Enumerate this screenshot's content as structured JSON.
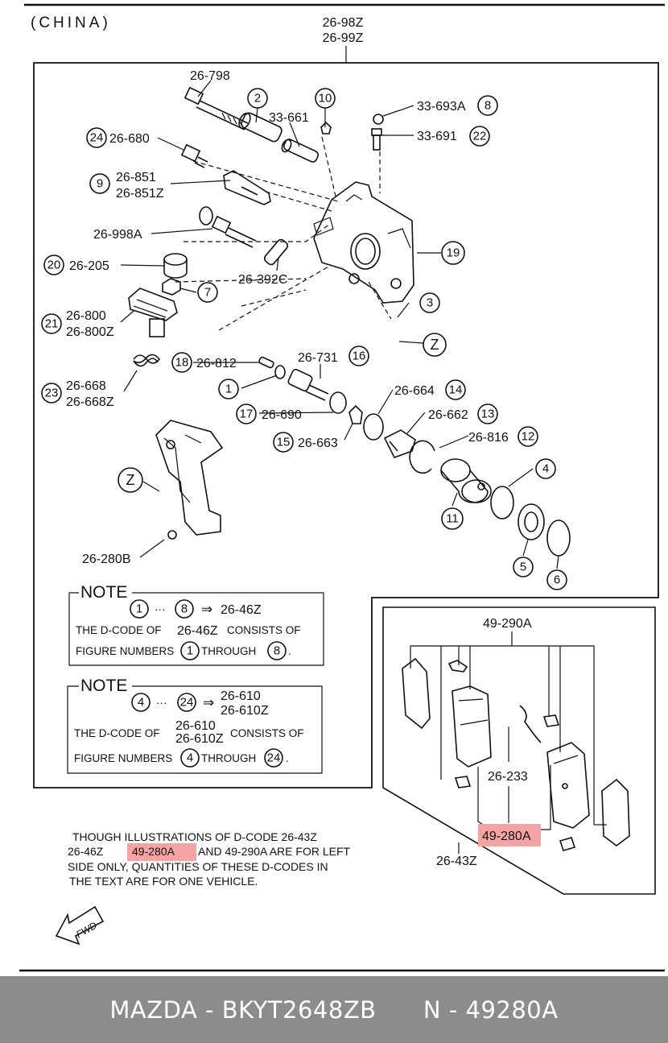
{
  "header": {
    "region": "(CHINA)",
    "assembly_code_1": "26-98Z",
    "assembly_code_2": "26-99Z"
  },
  "labels": {
    "l26798": "26-798",
    "l33661": "33-661",
    "l33693A": "33-693A",
    "l33691": "33-691",
    "l26680": "26-680",
    "l26851": "26-851",
    "l26851Z": "26-851Z",
    "l26998A": "26-998A",
    "l26205": "26-205",
    "l26392C": "26-392C",
    "l26800": "26-800",
    "l26800Z": "26-800Z",
    "l26812": "26-812",
    "l26731": "26-731",
    "l26668": "26-668",
    "l26668Z": "26-668Z",
    "l26664": "26-664",
    "l26690": "26-690",
    "l26662": "26-662",
    "l26663": "26-663",
    "l26816": "26-816",
    "l26280B": "26-280B",
    "l49290A": "49-290A",
    "l26233": "26-233",
    "l49280A": "49-280A",
    "l2643Z": "26-43Z"
  },
  "callouts": {
    "c1": "1",
    "c2": "2",
    "c3": "3",
    "c4": "4",
    "c5": "5",
    "c6": "6",
    "c7": "7",
    "c8": "8",
    "c9": "9",
    "c10": "10",
    "c11": "11",
    "c12": "12",
    "c13": "13",
    "c14": "14",
    "c15": "15",
    "c16": "16",
    "c17": "17",
    "c18": "18",
    "c19": "19",
    "c20": "20",
    "c21": "21",
    "c22": "22",
    "c23": "23",
    "c24": "24",
    "cz": "Z"
  },
  "note1": {
    "title": "NOTE",
    "from": "1",
    "sep": "···",
    "to": "8",
    "arrow": "⇒",
    "code": "26-46Z",
    "line2_a": "THE D-CODE OF",
    "line2_code": "26-46Z",
    "line2_b": "CONSISTS OF",
    "line3_a": "FIGURE NUMBERS",
    "line3_b": "THROUGH",
    "line3_end": "."
  },
  "note2": {
    "title": "NOTE",
    "from": "4",
    "sep": "···",
    "to": "24",
    "arrow": "⇒",
    "code_1": "26-610",
    "code_2": "26-610Z",
    "line2_a": "THE D-CODE OF",
    "line2_code_1": "26-610",
    "line2_code_2": "26-610Z",
    "line2_b": "CONSISTS OF",
    "line3_a": "FIGURE NUMBERS",
    "line3_b": "THROUGH",
    "line3_end": "."
  },
  "disclaimer": {
    "line1": "THOUGH ILLUSTRATIONS OF D-CODE 26-43Z",
    "line2_a": "26-46Z",
    "line2_hl": "49-280A",
    "line2_b": "AND 49-290A ARE FOR LEFT",
    "line3": "SIDE ONLY, QUANTITIES OF THESE D-CODES IN",
    "line4": "THE TEXT ARE FOR ONE VEHICLE."
  },
  "fwd": "FWD",
  "footer": {
    "brand": "MAZDA",
    "sep": "-",
    "catalog": "BKYT2648ZB",
    "n_label": "N",
    "n_sep": "-",
    "part_number": "49280A"
  },
  "colors": {
    "highlight": "#f5a3a3",
    "footer_bg": "#8c8c8c",
    "footer_text": "#ffffff",
    "ink": "#111111"
  }
}
